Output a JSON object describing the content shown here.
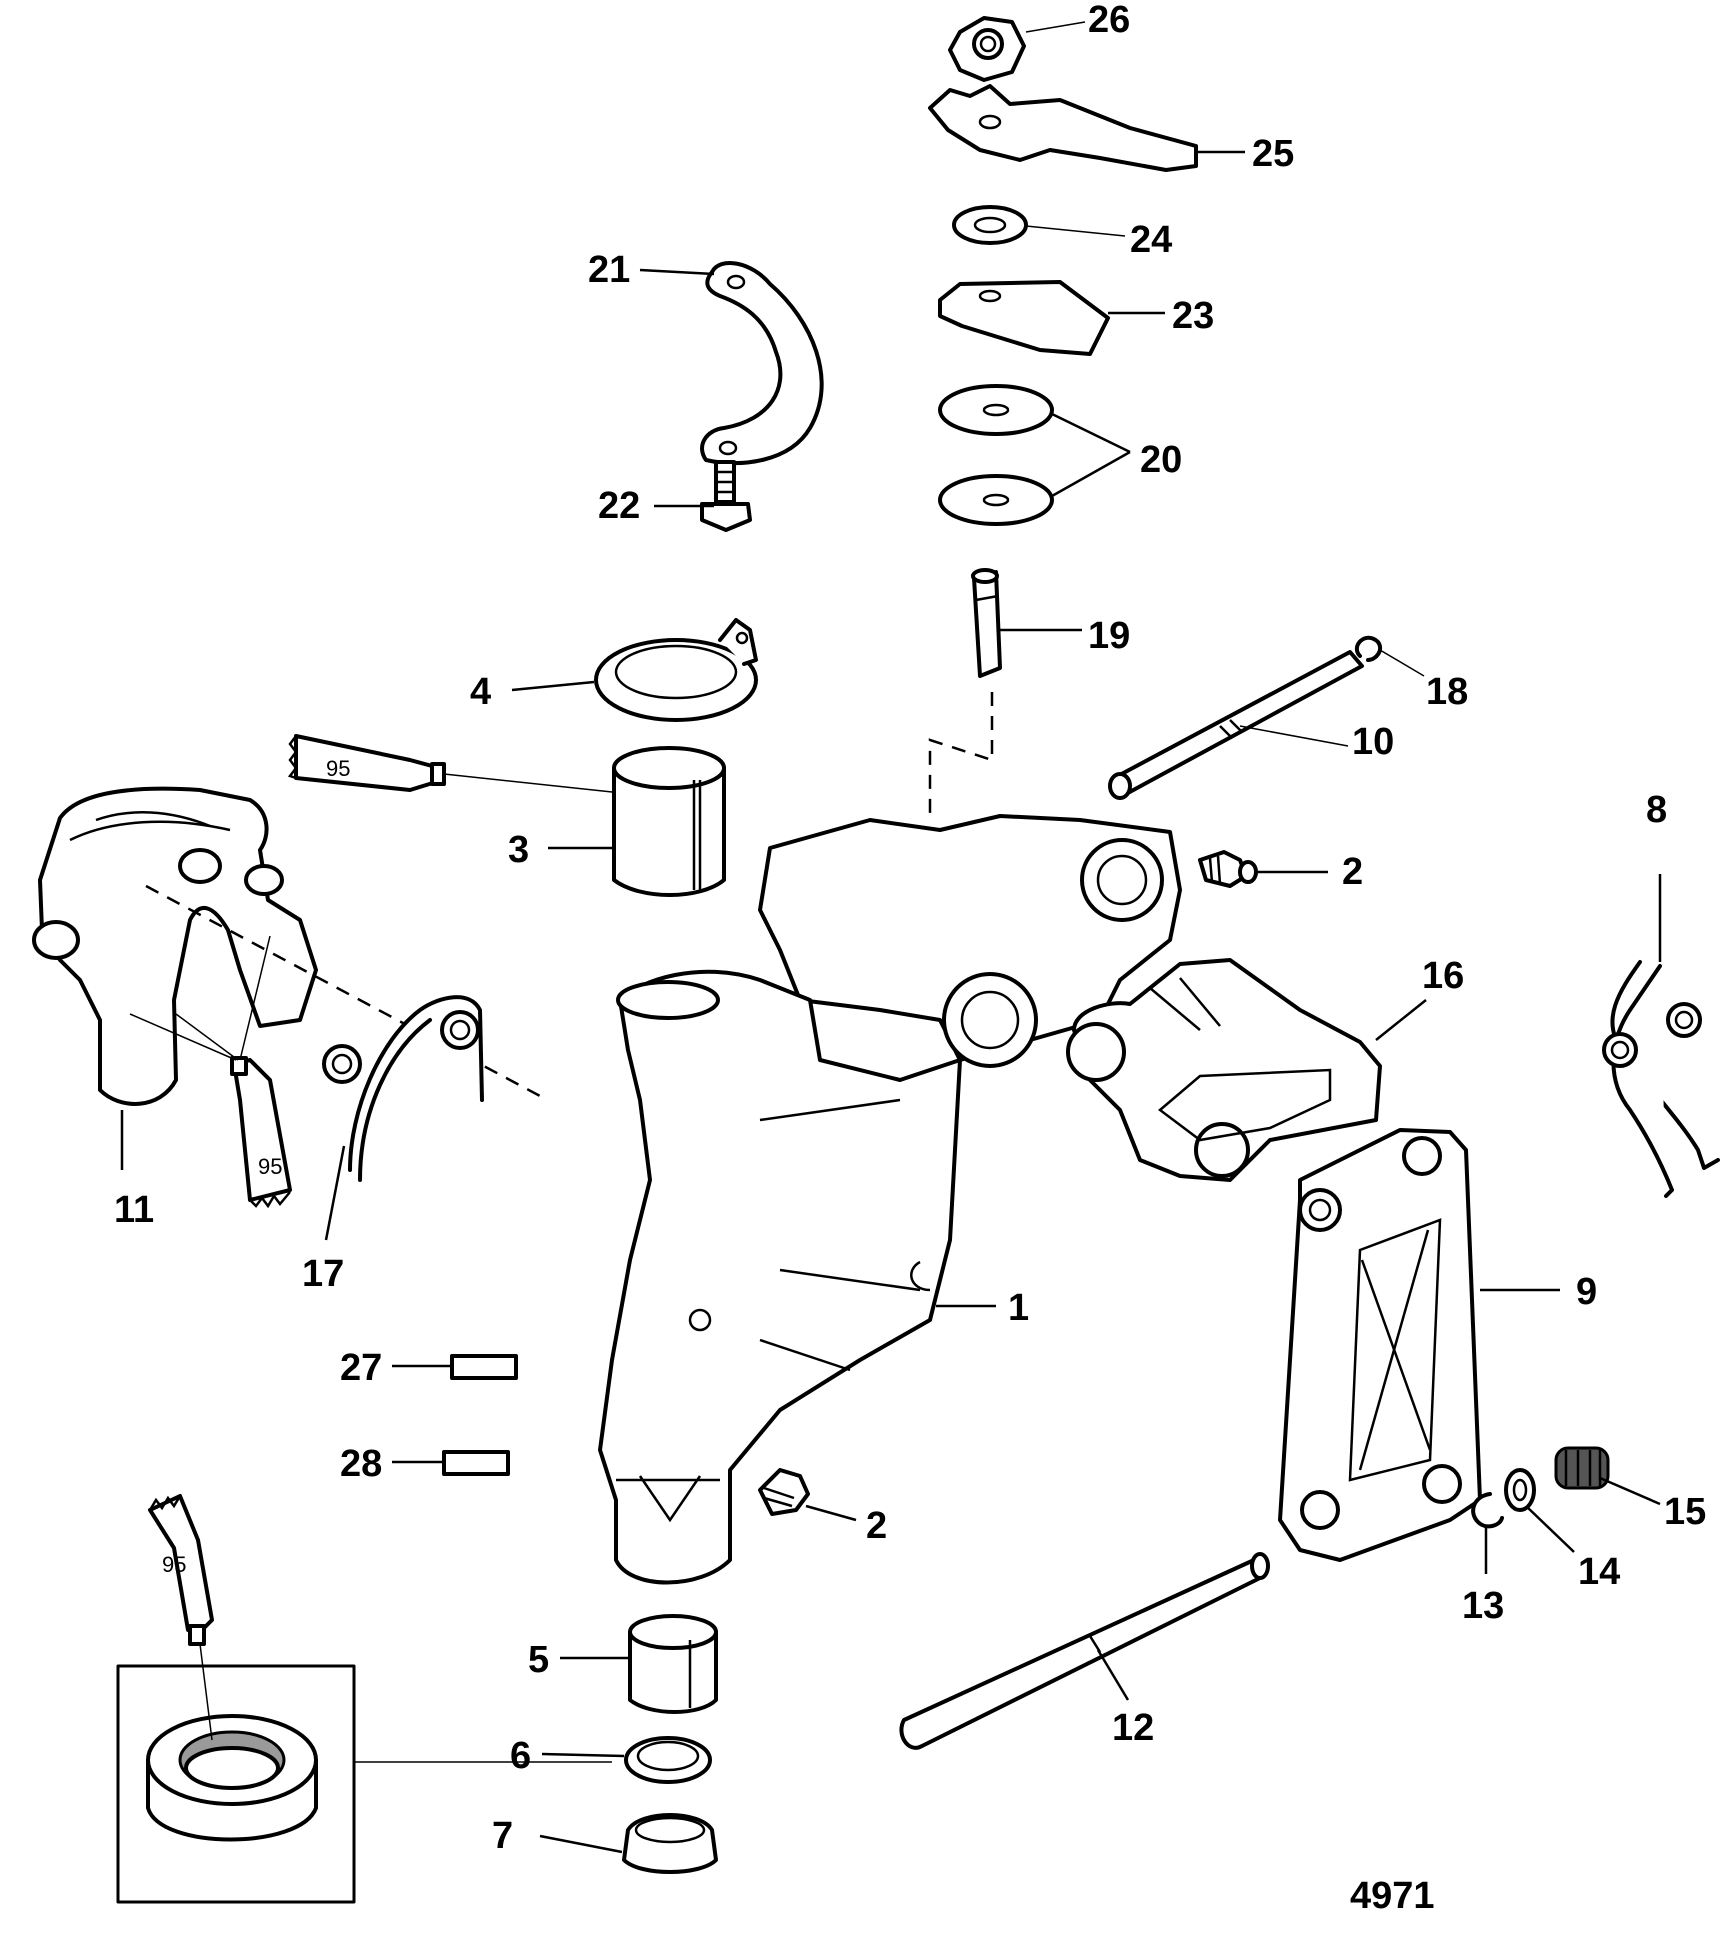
{
  "diagram": {
    "figure_number": "4971",
    "sealant_code": "95",
    "callouts": [
      "26",
      "25",
      "24",
      "21",
      "23",
      "20",
      "22",
      "19",
      "4",
      "18",
      "10",
      "3",
      "8",
      "2",
      "16",
      "11",
      "17",
      "1",
      "9",
      "27",
      "28",
      "2",
      "15",
      "14",
      "13",
      "5",
      "12",
      "6",
      "7"
    ]
  }
}
